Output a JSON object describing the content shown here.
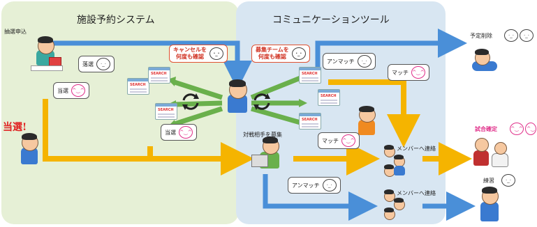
{
  "panels": {
    "left_title": "施設予約システム",
    "right_title": "コミュニケーションツール"
  },
  "labels": {
    "lottery_apply": "抽選申込",
    "lottery_won_sign": "当選!",
    "recruit_opponent": "対戦相手を募集",
    "schedule_cancel": "予定削除",
    "match_confirmed": "試合確定",
    "practice": "練習",
    "contact_members_1": "メンバーへ連絡",
    "contact_members_2": "メンバーへ連絡"
  },
  "bubbles": {
    "lose": "落選",
    "win_1": "当選",
    "win_2": "当選",
    "cancel_check": "キャンセルを\n何度も確認",
    "recruit_check": "募集チームを\n何度も確認",
    "unmatch_1": "アンマッチ",
    "unmatch_2": "アンマッチ",
    "match_1": "マッチ",
    "match_2": "マッチ"
  },
  "screen_text": "SEARCH",
  "colors": {
    "left_panel": "#e6f0d6",
    "right_panel": "#d8e6f2",
    "blue_arrow": "#4a8fd8",
    "yellow_arrow": "#f5b400",
    "green_arrow": "#6ab04c",
    "red_text": "#d03020",
    "pink_face": "#e0308a"
  },
  "icons": [
    "refresh-icon",
    "sad-face-icon",
    "happy-face-icon",
    "search-screen-icon"
  ]
}
